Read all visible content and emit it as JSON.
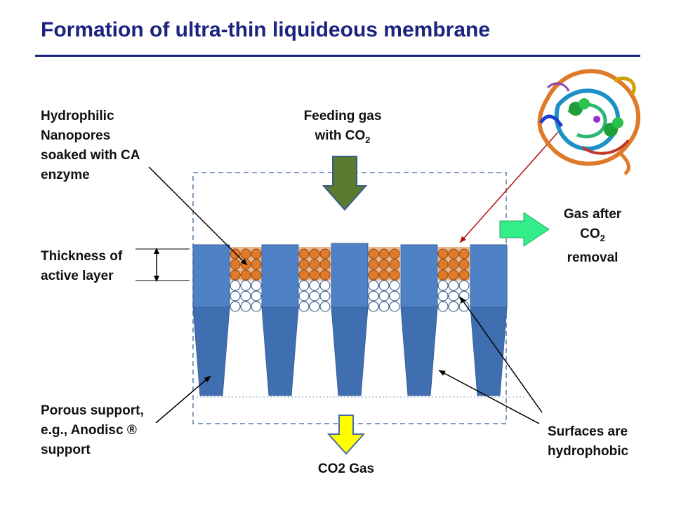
{
  "title": "Formation of ultra-thin liquideous membrane",
  "labels": {
    "hydrophilic_1": "Hydrophilic",
    "hydrophilic_2": "Nanopores",
    "hydrophilic_3": "soaked with CA",
    "hydrophilic_4": "enzyme",
    "feeding_1": "Feeding gas",
    "feeding_2": "with CO",
    "feeding_sub": "2",
    "thickness_1": "Thickness of",
    "thickness_2": "active layer",
    "gas_after_1": "Gas after",
    "gas_after_2": "CO",
    "gas_after_sub": "2",
    "gas_after_3": "removal",
    "porous_1": "Porous support,",
    "porous_2": "e.g., Anodisc ®",
    "porous_3": "support",
    "surfaces_1": "Surfaces are",
    "surfaces_2": "hydrophobic",
    "co2_gas": "CO2 Gas"
  },
  "colors": {
    "title": "#1a237e",
    "pillar": "#4f81c7",
    "pillar_dark": "#3f6fb0",
    "enzyme": "#e07a2b",
    "feed_arrow": "#5c7a2e",
    "out_arrow": "#33ee88",
    "co2_arrow": "#ffff00",
    "pointer_red": "#b01010"
  }
}
